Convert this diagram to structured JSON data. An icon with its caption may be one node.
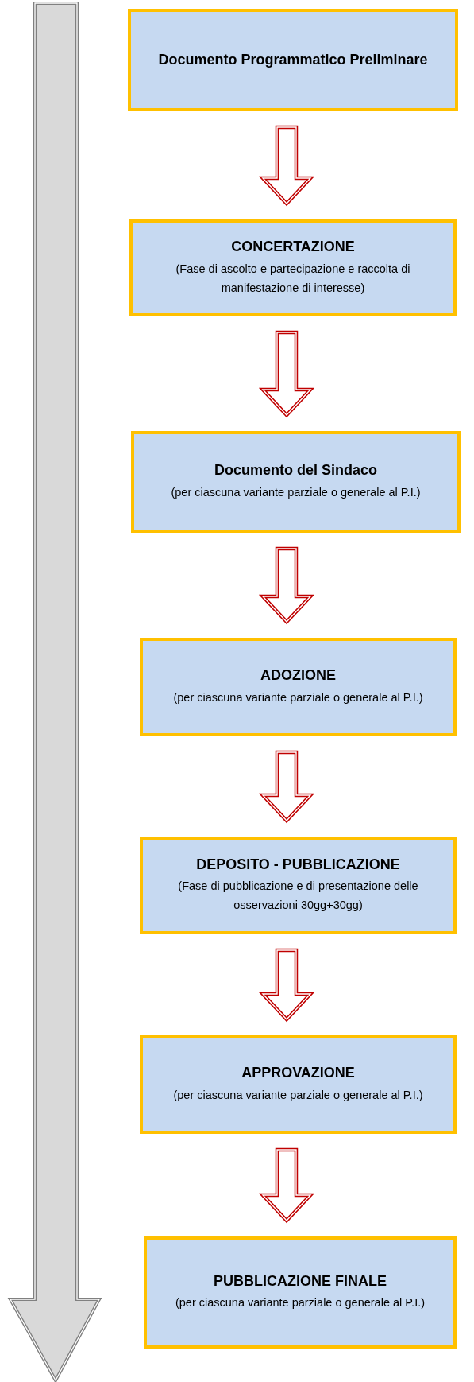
{
  "diagram": {
    "nodes": [
      {
        "text": [
          "Documento Programmatico Preliminare"
        ]
      },
      {
        "text": [
          "CONCERTAZIONE",
          "(Fase di ascolto e partecipazione e raccolta di manifestazione di interesse)"
        ]
      },
      {
        "text": [
          "Documento del Sindaco",
          "(per ciascuna variante parziale o generale al P.I.)"
        ]
      },
      {
        "text": [
          "ADOZIONE",
          "(per ciascuna variante parziale o generale al P.I.)"
        ]
      },
      {
        "text": [
          "DEPOSITO - PUBBLICAZIONE",
          "(Fase di pubblicazione e di presentazione delle osservazioni 30gg+30gg)"
        ]
      },
      {
        "text": [
          "APPROVAZIONE",
          "(per ciascuna variante parziale o generale al P.I.)"
        ]
      },
      {
        "text": [
          "PUBBLICAZIONE FINALE",
          "(per ciascuna variante parziale o generale al P.I.)"
        ]
      }
    ],
    "edges": [
      {
        "from": 0,
        "to": 1,
        "arrow": "to"
      },
      {
        "from": 1,
        "to": 2,
        "arrow": "to"
      },
      {
        "from": 2,
        "to": 3,
        "arrow": "to"
      },
      {
        "from": 3,
        "to": 4,
        "arrow": "to"
      },
      {
        "from": 4,
        "to": 5,
        "arrow": "to"
      },
      {
        "from": 5,
        "to": 6,
        "arrow": "to"
      }
    ]
  }
}
